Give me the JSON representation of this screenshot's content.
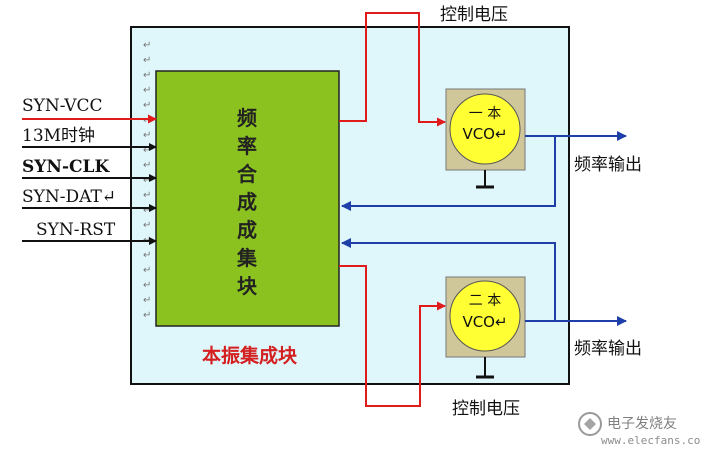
{
  "signals": {
    "inputs": [
      "SYN-VCC",
      "13M时钟",
      "SYN-CLK",
      "SYN-DAT↵",
      "SYN-RST"
    ]
  },
  "synthesizer": {
    "chars": [
      "频",
      "率",
      "合",
      "成",
      "成",
      "集",
      "块"
    ]
  },
  "module": {
    "label": "本振集成块"
  },
  "vco1": {
    "top": "一 本",
    "main": "VCO↵"
  },
  "vco2": {
    "top": "二 本",
    "main": "VCO↵"
  },
  "outputs": {
    "freq_top": "频率输出",
    "freq_bottom": "频率输出"
  },
  "control": {
    "top": "控制电压",
    "bottom": "控制电压"
  },
  "watermark": {
    "text": "电子发烧友",
    "url": "www.elecfans.com"
  },
  "colors": {
    "panel": "#dff6fb",
    "synth": "#8cc21f",
    "vco_square": "#cfc79a",
    "vco_circle": "#ffff33",
    "power_line": "#e01b1b",
    "arrow_blue": "#1f3fa8",
    "module_label": "#d42020"
  }
}
